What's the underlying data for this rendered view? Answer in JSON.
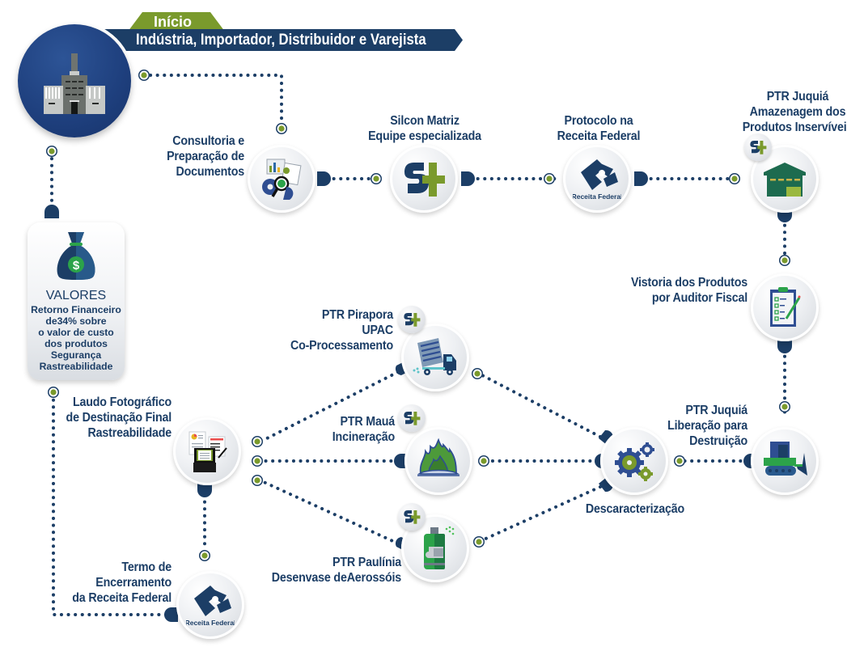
{
  "colors": {
    "navy": "#1c3e66",
    "green": "#7a9a2c",
    "dark_green": "#1d6b4f",
    "factory_blue": "#1e3f7d",
    "dot": "#1c3e66"
  },
  "banner": {
    "start_label": "Início",
    "title": "Indústria, Importador, Distribuidor e Varejista"
  },
  "start_node": {
    "icon": "factory-icon"
  },
  "valores": {
    "icon": "money-bag-icon",
    "title": "VALORES",
    "lines": [
      "Retorno Financeiro",
      "de34% sobre",
      "o valor de custo",
      "dos produtos",
      "Segurança",
      "Rastreabilidade"
    ]
  },
  "steps": {
    "consultoria": {
      "icon": "documents-gear-magnifier-icon",
      "lines": [
        "Consultoria e",
        "Preparação de",
        "Documentos"
      ]
    },
    "silcon": {
      "icon": "silcon-logo-icon",
      "lines": [
        "Silcon Matriz",
        "Equipe especializada"
      ]
    },
    "protocolo": {
      "icon": "receita-federal-logo-icon",
      "logo_text": "Receita Federal",
      "lines": [
        "Protocolo na",
        "Receita Federal"
      ]
    },
    "armazenagem": {
      "icon": "warehouse-icon",
      "lines": [
        "PTR Juquiá",
        "Amazenagem dos",
        "Produtos Inservíveis"
      ]
    },
    "vistoria": {
      "icon": "clipboard-checklist-icon",
      "lines": [
        "Vistoria dos Produtos",
        "por Auditor Fiscal"
      ]
    },
    "liberacao": {
      "icon": "bulldozer-icon",
      "lines": [
        "PTR Juquiá",
        "Liberação para",
        "Destruição"
      ]
    },
    "descaracterizacao": {
      "icon": "gears-icon",
      "lines": [
        "Descaracterização"
      ]
    },
    "pirapora": {
      "icon": "dump-truck-icon",
      "lines": [
        "PTR Pirapora",
        "UPAC",
        "Co-Processamento"
      ]
    },
    "maua": {
      "icon": "incineration-flame-icon",
      "lines": [
        "PTR Mauá",
        "Incineração"
      ]
    },
    "paulinia": {
      "icon": "aerosol-can-icon",
      "lines": [
        "PTR Paulínia",
        "Desenvase deAerossóis"
      ]
    },
    "laudo": {
      "icon": "laptop-report-icon",
      "lines": [
        "Laudo Fotográfico",
        "de Destinação Final",
        "Rastreabilidade"
      ]
    },
    "termo": {
      "icon": "receita-federal-logo-icon",
      "logo_text": "Receita Federal",
      "lines": [
        "Termo de",
        "Encerramento",
        "da Receita Federal"
      ]
    }
  }
}
